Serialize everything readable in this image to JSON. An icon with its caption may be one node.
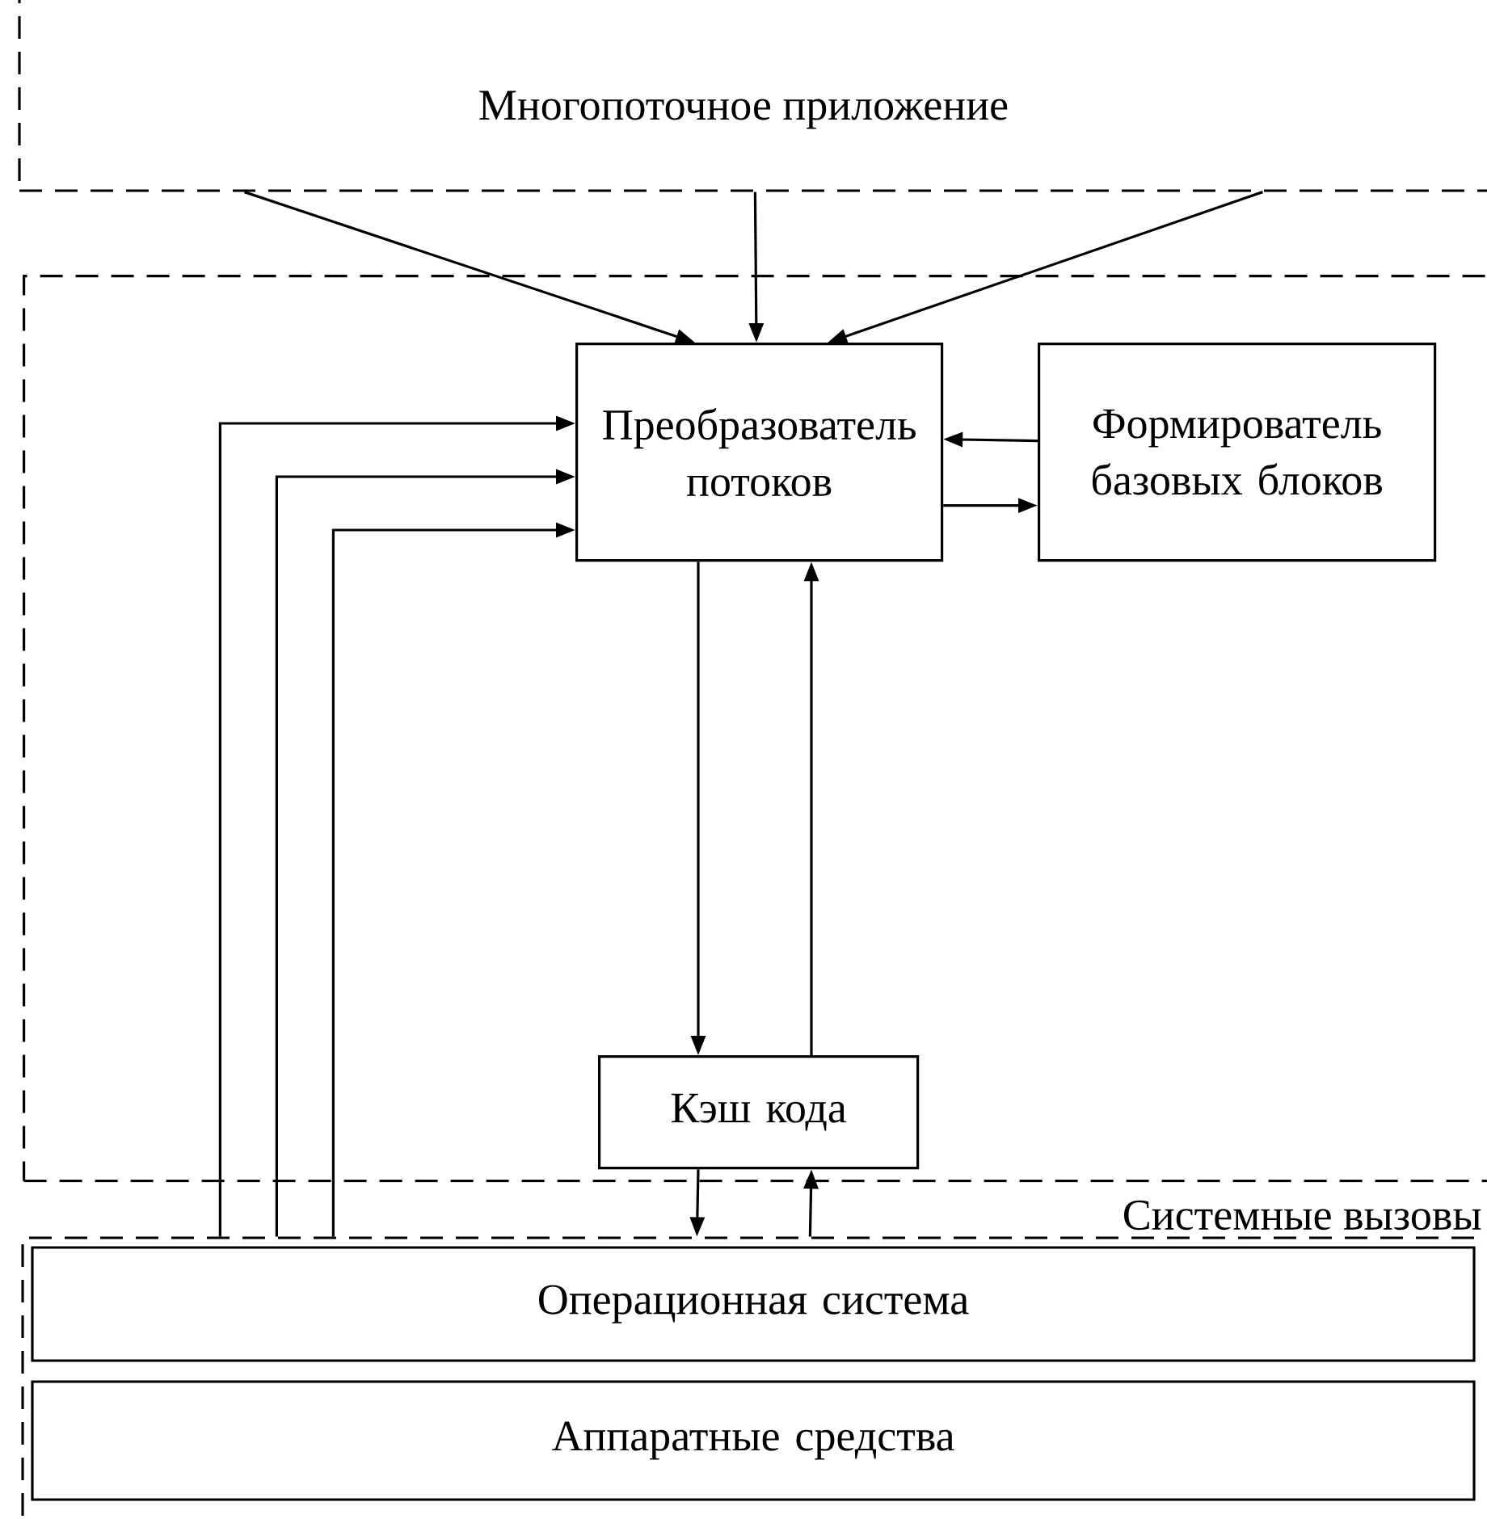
{
  "diagram": {
    "nodes": [
      {
        "text": [
          "Многопоточное приложение"
        ]
      },
      {
        "text": [],
        "shape": "box"
      },
      {
        "text": [
          "Преобразователь потоков"
        ],
        "in": 1
      },
      {
        "text": [
          "Формирователь базовых блоков"
        ],
        "in": 1
      },
      {
        "text": [
          "Кэш кода"
        ],
        "in": 1
      },
      {
        "text": [
          "Системные вызовы"
        ]
      },
      {
        "text": [
          "Операционная система"
        ],
        "in": 5
      },
      {
        "text": [
          "Аппаратные средства"
        ],
        "in": 5
      }
    ],
    "edges": [
      {
        "from": 0,
        "to": 2,
        "arrow": "to"
      },
      {
        "from": 0,
        "to": 2,
        "arrow": "to"
      },
      {
        "from": 0,
        "to": 2,
        "arrow": "to"
      },
      {
        "from": 3,
        "to": 2,
        "arrow": "to"
      },
      {
        "from": 2,
        "to": 3,
        "arrow": "to"
      },
      {
        "from": 2,
        "to": 4,
        "arrow": "to"
      },
      {
        "from": 4,
        "to": 2,
        "arrow": "to"
      },
      {
        "from": 4,
        "to": 5,
        "arrow": "to"
      },
      {
        "from": 5,
        "to": 4,
        "arrow": "to"
      },
      {
        "from": 5,
        "to": 2,
        "arrow": "to"
      },
      {
        "from": 5,
        "to": 2,
        "arrow": "to"
      },
      {
        "from": 5,
        "to": 2,
        "arrow": "to"
      }
    ]
  }
}
